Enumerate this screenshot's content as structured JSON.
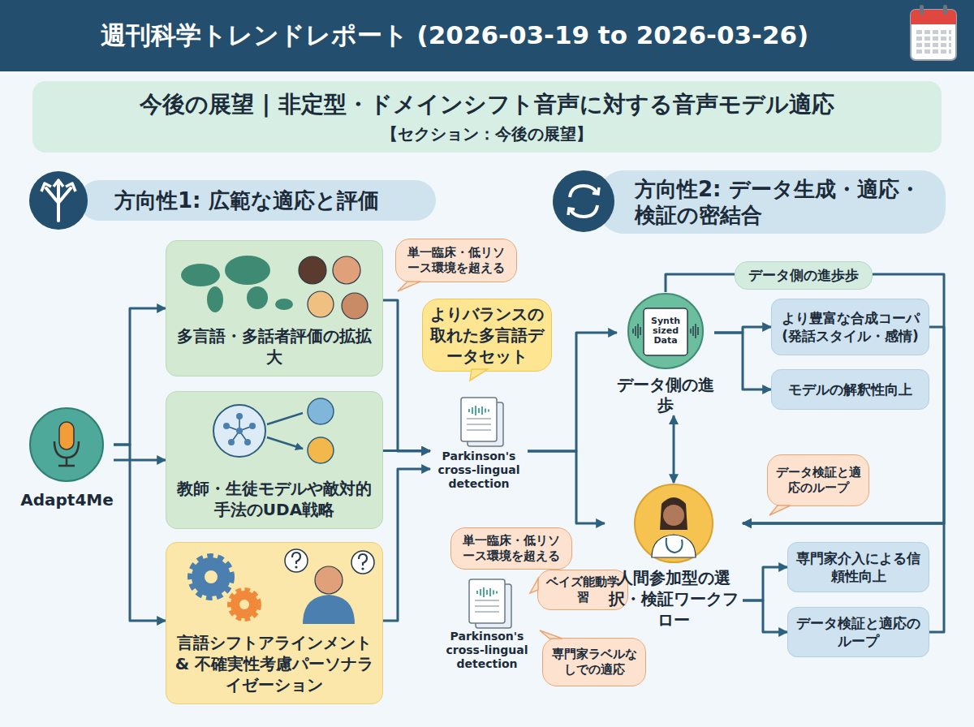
{
  "diagram": {
    "title": "週刊科学トレンドレポート (2026-03-19 to 2026-03-26)",
    "nodes": [
      {
        "text": [
          "今後の展望 | 非定型・ドメインシフト音声に対する音声モデル適応",
          "【セクション：今後の展望】"
        ]
      },
      {
        "text": [
          "方向性1: 広範な適応と評価"
        ]
      },
      {
        "text": [
          "方向性2: データ生成・適応・検証の密結合"
        ]
      },
      {
        "text": [
          "Adapt4Me"
        ]
      },
      {
        "text": [
          "多言語・多話者評価の拡拡大"
        ]
      },
      {
        "text": [
          "教師・生徒モデルや敵対的手法のUDA戦略"
        ]
      },
      {
        "text": [
          "言語シフトアラインメント & 不確実性考慮パーソナライゼーション"
        ]
      },
      {
        "text": [
          "単一臨床・低リソース環境を超える"
        ]
      },
      {
        "text": [
          "よりバランスの取れた多言語データセット"
        ]
      },
      {
        "text": [
          "Parkinson's cross-lingual detection"
        ]
      },
      {
        "text": [
          "単一臨床・低リソース環境を超える"
        ]
      },
      {
        "text": [
          "Parkinson's cross-lingual detection"
        ]
      },
      {
        "text": [
          "ベイズ能動学習"
        ]
      },
      {
        "text": [
          "専門家ラベルなしでの適応"
        ]
      },
      {
        "text": [
          "Synth sized Data",
          "データ側の進歩"
        ]
      },
      {
        "text": [
          "データ側の進歩歩"
        ]
      },
      {
        "text": [
          "より豊富な合成コーパ (発話スタイル・感情)"
        ]
      },
      {
        "text": [
          "モデルの解釈性向上"
        ]
      },
      {
        "text": [
          "データ検証と適応のループ"
        ]
      },
      {
        "text": [
          "人間参加型の選択・検証ワークフロー"
        ]
      },
      {
        "text": [
          "専門家介入による信頼性向上"
        ]
      },
      {
        "text": [
          "データ検証と適応のループ"
        ]
      }
    ],
    "edges": [
      {
        "from": 3,
        "to": 4,
        "arrow": "to"
      },
      {
        "from": 3,
        "to": 5,
        "arrow": "to"
      },
      {
        "from": 3,
        "to": 6,
        "arrow": "to"
      },
      {
        "from": 4,
        "to": 9,
        "arrow": "to"
      },
      {
        "from": 5,
        "to": 9,
        "arrow": "to"
      },
      {
        "from": 6,
        "to": 9,
        "arrow": "to"
      },
      {
        "from": 9,
        "to": 14,
        "arrow": "to"
      },
      {
        "from": 9,
        "to": 19,
        "arrow": "to"
      },
      {
        "from": 14,
        "to": 15,
        "arrow": "none"
      },
      {
        "from": 15,
        "to": 19,
        "arrow": "to"
      },
      {
        "from": 14,
        "to": 16,
        "arrow": "to"
      },
      {
        "from": 14,
        "to": 17,
        "arrow": "to"
      },
      {
        "from": 14,
        "to": 19,
        "arrow": "both"
      },
      {
        "from": 16,
        "to": 19,
        "arrow": "to"
      },
      {
        "from": 21,
        "to": 19,
        "arrow": "to"
      },
      {
        "from": 19,
        "to": 20,
        "arrow": "to"
      },
      {
        "from": 19,
        "to": 21,
        "arrow": "to"
      }
    ]
  }
}
